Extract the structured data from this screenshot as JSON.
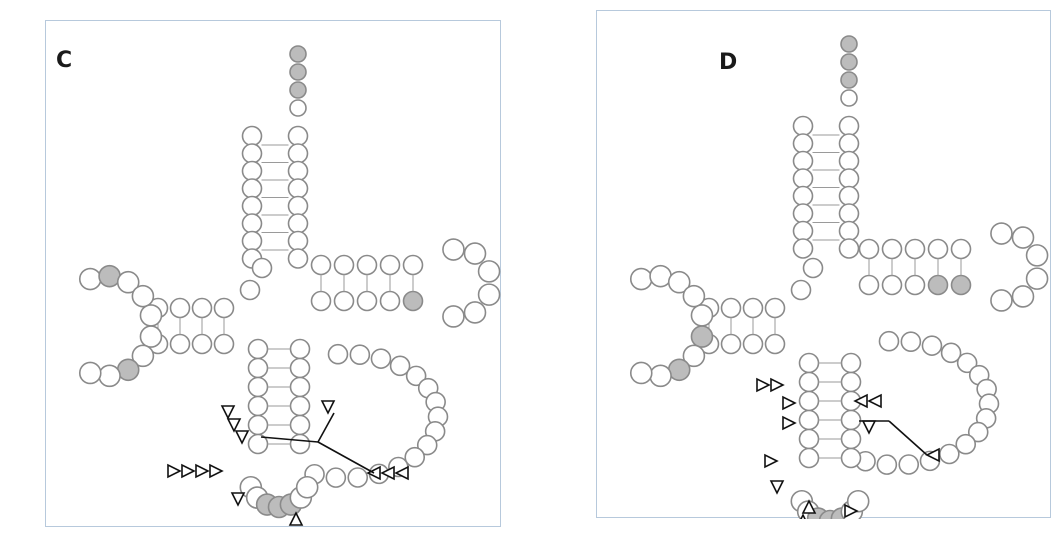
{
  "panels": [
    {
      "id": "c",
      "label": "C"
    },
    {
      "id": "d",
      "label": "D"
    }
  ],
  "colors": {
    "nucleotide_stroke": "#8a8a8a",
    "nucleotide_fill": "#ffffff",
    "nucleotide_shaded": "#bcbcbc",
    "pair_line": "#9a9a9a",
    "arrow": "#111111"
  },
  "icons": [
    "nucleotide-circle-icon",
    "triangle-marker-icon"
  ]
}
